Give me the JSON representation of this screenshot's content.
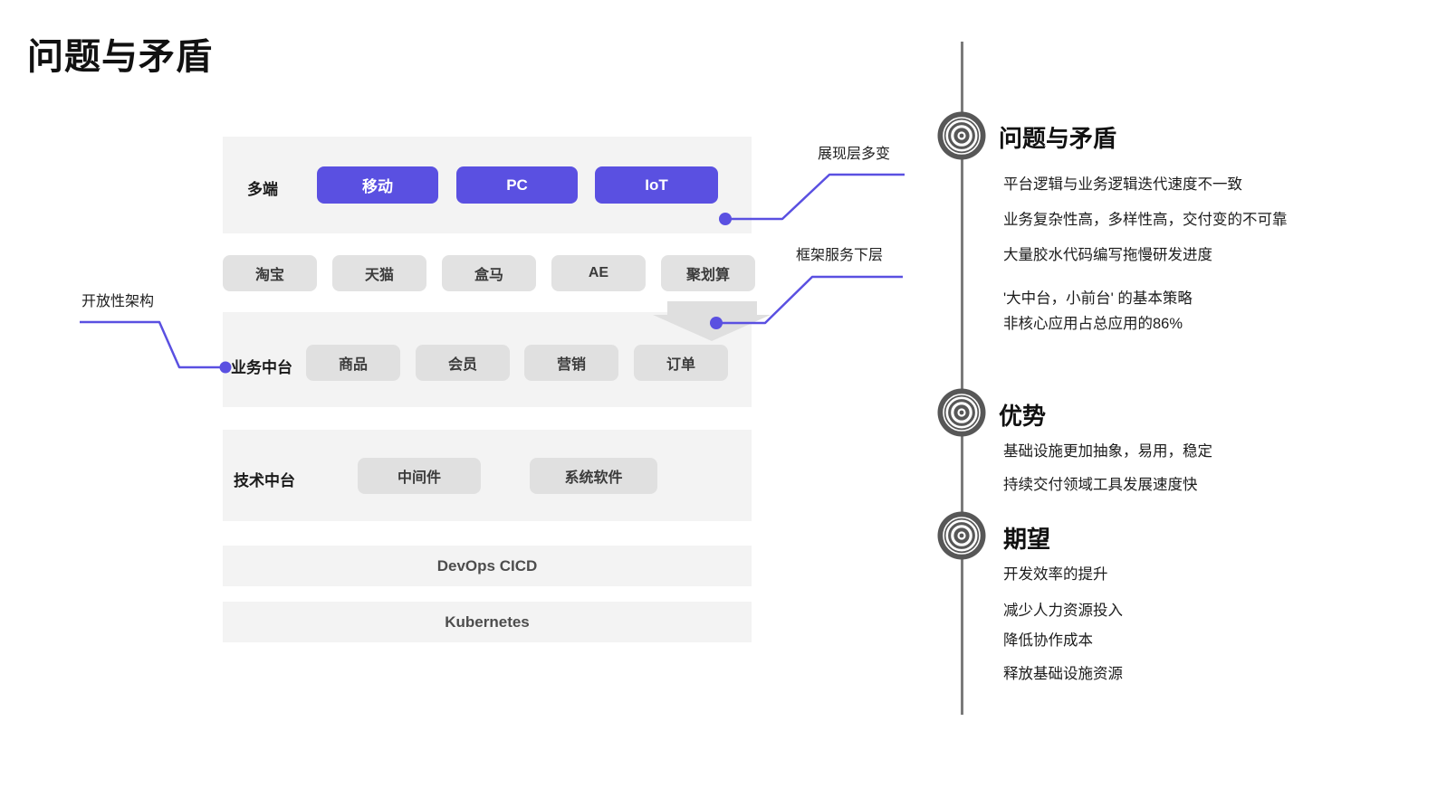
{
  "page_title": "问题与矛盾",
  "diagram": {
    "multi_end": {
      "label": "多端",
      "buttons": [
        "移动",
        "PC",
        "IoT"
      ]
    },
    "apps": [
      "淘宝",
      "天猫",
      "盒马",
      "AE",
      "聚划算"
    ],
    "business": {
      "label": "业务中台",
      "buttons": [
        "商品",
        "会员",
        "营销",
        "订单"
      ]
    },
    "tech": {
      "label": "技术中台",
      "buttons": [
        "中间件",
        "系统软件"
      ]
    },
    "devops": "DevOps CICD",
    "kubernetes": "Kubernetes"
  },
  "annotations": {
    "presentation_layer": "展现层多变",
    "framework_layer": "框架服务下层",
    "open_architecture": "开放性架构"
  },
  "timeline": {
    "sections": [
      {
        "title": "问题与矛盾",
        "items": [
          "平台逻辑与业务逻辑迭代速度不一致",
          "业务复杂性高，多样性高，交付变的不可靠",
          "大量胶水代码编写拖慢研发进度",
          "'大中台，小前台' 的基本策略",
          "非核心应用占总应用的86%"
        ]
      },
      {
        "title": "优势",
        "items": [
          "基础设施更加抽象，易用，稳定",
          "持续交付领域工具发展速度快"
        ]
      },
      {
        "title": "期望",
        "items": [
          "开发效率的提升",
          "减少人力资源投入",
          "降低协作成本",
          "释放基础设施资源"
        ]
      }
    ]
  },
  "colors": {
    "accent_purple": "#5a50e1",
    "layer_box_bg": "#f3f3f3",
    "chip_bg": "#e2e2e2",
    "icon_gray": "#575757",
    "timeline_line": "#7a7a7a"
  }
}
